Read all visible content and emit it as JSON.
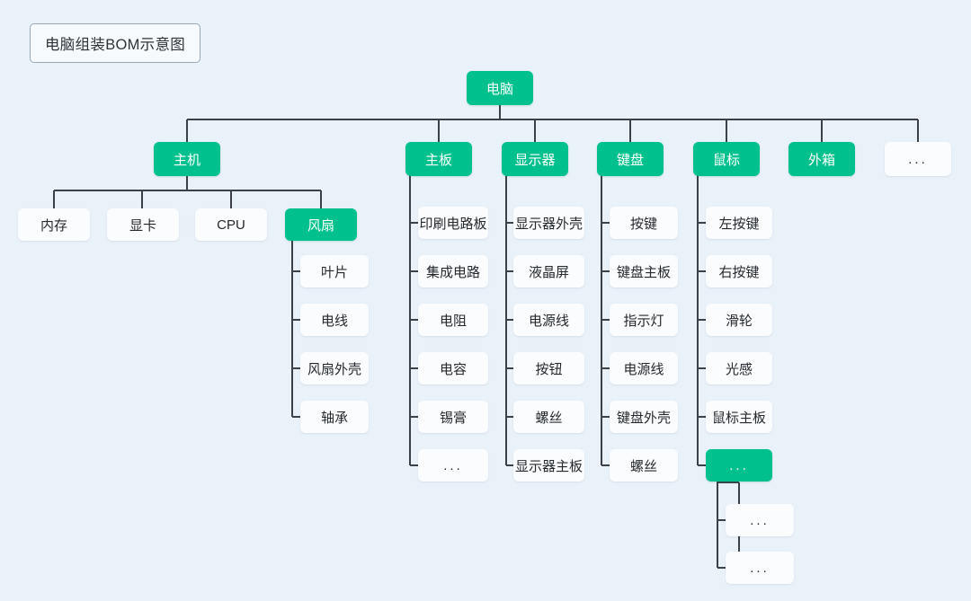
{
  "diagram": {
    "title": "电脑组装BOM示意图",
    "colors": {
      "background": "#eaf2f9",
      "accent_green": "#00c18d",
      "node_white": "#fbfcfd",
      "line": "#3b4147",
      "text_dark": "#24292f",
      "text_light": "#ffffff"
    },
    "ellipsis": "...",
    "root": {
      "label": "电脑"
    },
    "branches": [
      {
        "label": "主机",
        "children": [
          {
            "label": "内存"
          },
          {
            "label": "显卡"
          },
          {
            "label": "CPU"
          },
          {
            "label": "风扇",
            "children": [
              {
                "label": "叶片"
              },
              {
                "label": "电线"
              },
              {
                "label": "风扇外壳"
              },
              {
                "label": "轴承"
              }
            ]
          }
        ]
      },
      {
        "label": "主板",
        "children": [
          {
            "label": "印刷电路板"
          },
          {
            "label": "集成电路"
          },
          {
            "label": "电阻"
          },
          {
            "label": "电容"
          },
          {
            "label": "锡膏"
          },
          {
            "label": "..."
          }
        ]
      },
      {
        "label": "显示器",
        "children": [
          {
            "label": "显示器外壳"
          },
          {
            "label": "液晶屏"
          },
          {
            "label": "电源线"
          },
          {
            "label": "按钮"
          },
          {
            "label": "螺丝"
          },
          {
            "label": "显示器主板"
          }
        ]
      },
      {
        "label": "键盘",
        "children": [
          {
            "label": "按键"
          },
          {
            "label": "键盘主板"
          },
          {
            "label": "指示灯"
          },
          {
            "label": "电源线"
          },
          {
            "label": "键盘外壳"
          },
          {
            "label": "螺丝"
          }
        ]
      },
      {
        "label": "鼠标",
        "children": [
          {
            "label": "左按键"
          },
          {
            "label": "右按键"
          },
          {
            "label": "滑轮"
          },
          {
            "label": "光感"
          },
          {
            "label": "鼠标主板"
          },
          {
            "label": "...",
            "children": [
              {
                "label": "..."
              },
              {
                "label": "..."
              }
            ]
          }
        ]
      },
      {
        "label": "外箱"
      },
      {
        "label": "..."
      }
    ]
  }
}
